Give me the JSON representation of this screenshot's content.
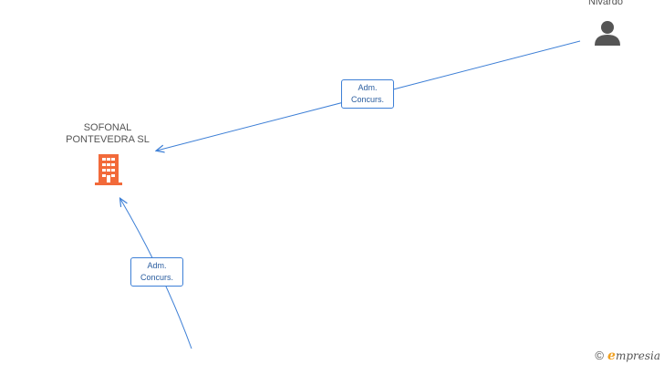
{
  "nodes": {
    "company": {
      "label_line1": "SOFONAL",
      "label_line2": "PONTEVEDRA SL",
      "icon": "building-icon",
      "color": "#f26a3a"
    },
    "person_top": {
      "label": "Nivardo",
      "icon": "person-icon",
      "color": "#555555"
    },
    "person_bottom": {
      "icon": "person-icon",
      "color": "#555555"
    }
  },
  "edges": [
    {
      "label_line1": "Adm.",
      "label_line2": "Concurs."
    },
    {
      "label_line1": "Adm.",
      "label_line2": "Concurs."
    }
  ],
  "colors": {
    "edge": "#3d7fd6",
    "edge_label_text": "#2a5d9f"
  },
  "watermark": {
    "copyright": "©",
    "brand_first": "e",
    "brand_rest": "mpresia"
  }
}
